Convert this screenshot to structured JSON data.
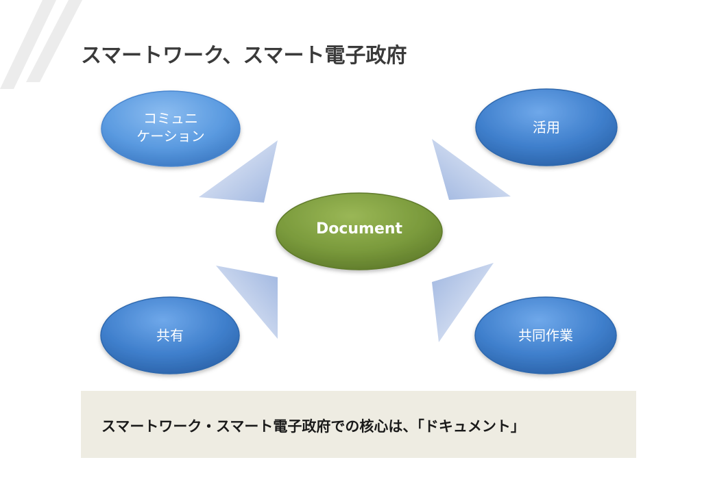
{
  "title": "スマートワーク、スマート電子政府",
  "diagram": {
    "center": {
      "label": "Document"
    },
    "nodes": {
      "top_left": {
        "line1": "コミュニ",
        "line2": "ケーション"
      },
      "top_right": {
        "label": "活用"
      },
      "bottom_left": {
        "label": "共有"
      },
      "bottom_right": {
        "label": "共同作業"
      }
    }
  },
  "caption": "スマートワーク・スマート電子政府での核心は、「ドキュメント」",
  "colors": {
    "node_blue": "#3d7cc9",
    "node_blue_light": "#5b9be0",
    "center_green": "#7a9a3c",
    "arrow_blue": "#a9bfe4",
    "caption_bg": "#eeece2"
  }
}
